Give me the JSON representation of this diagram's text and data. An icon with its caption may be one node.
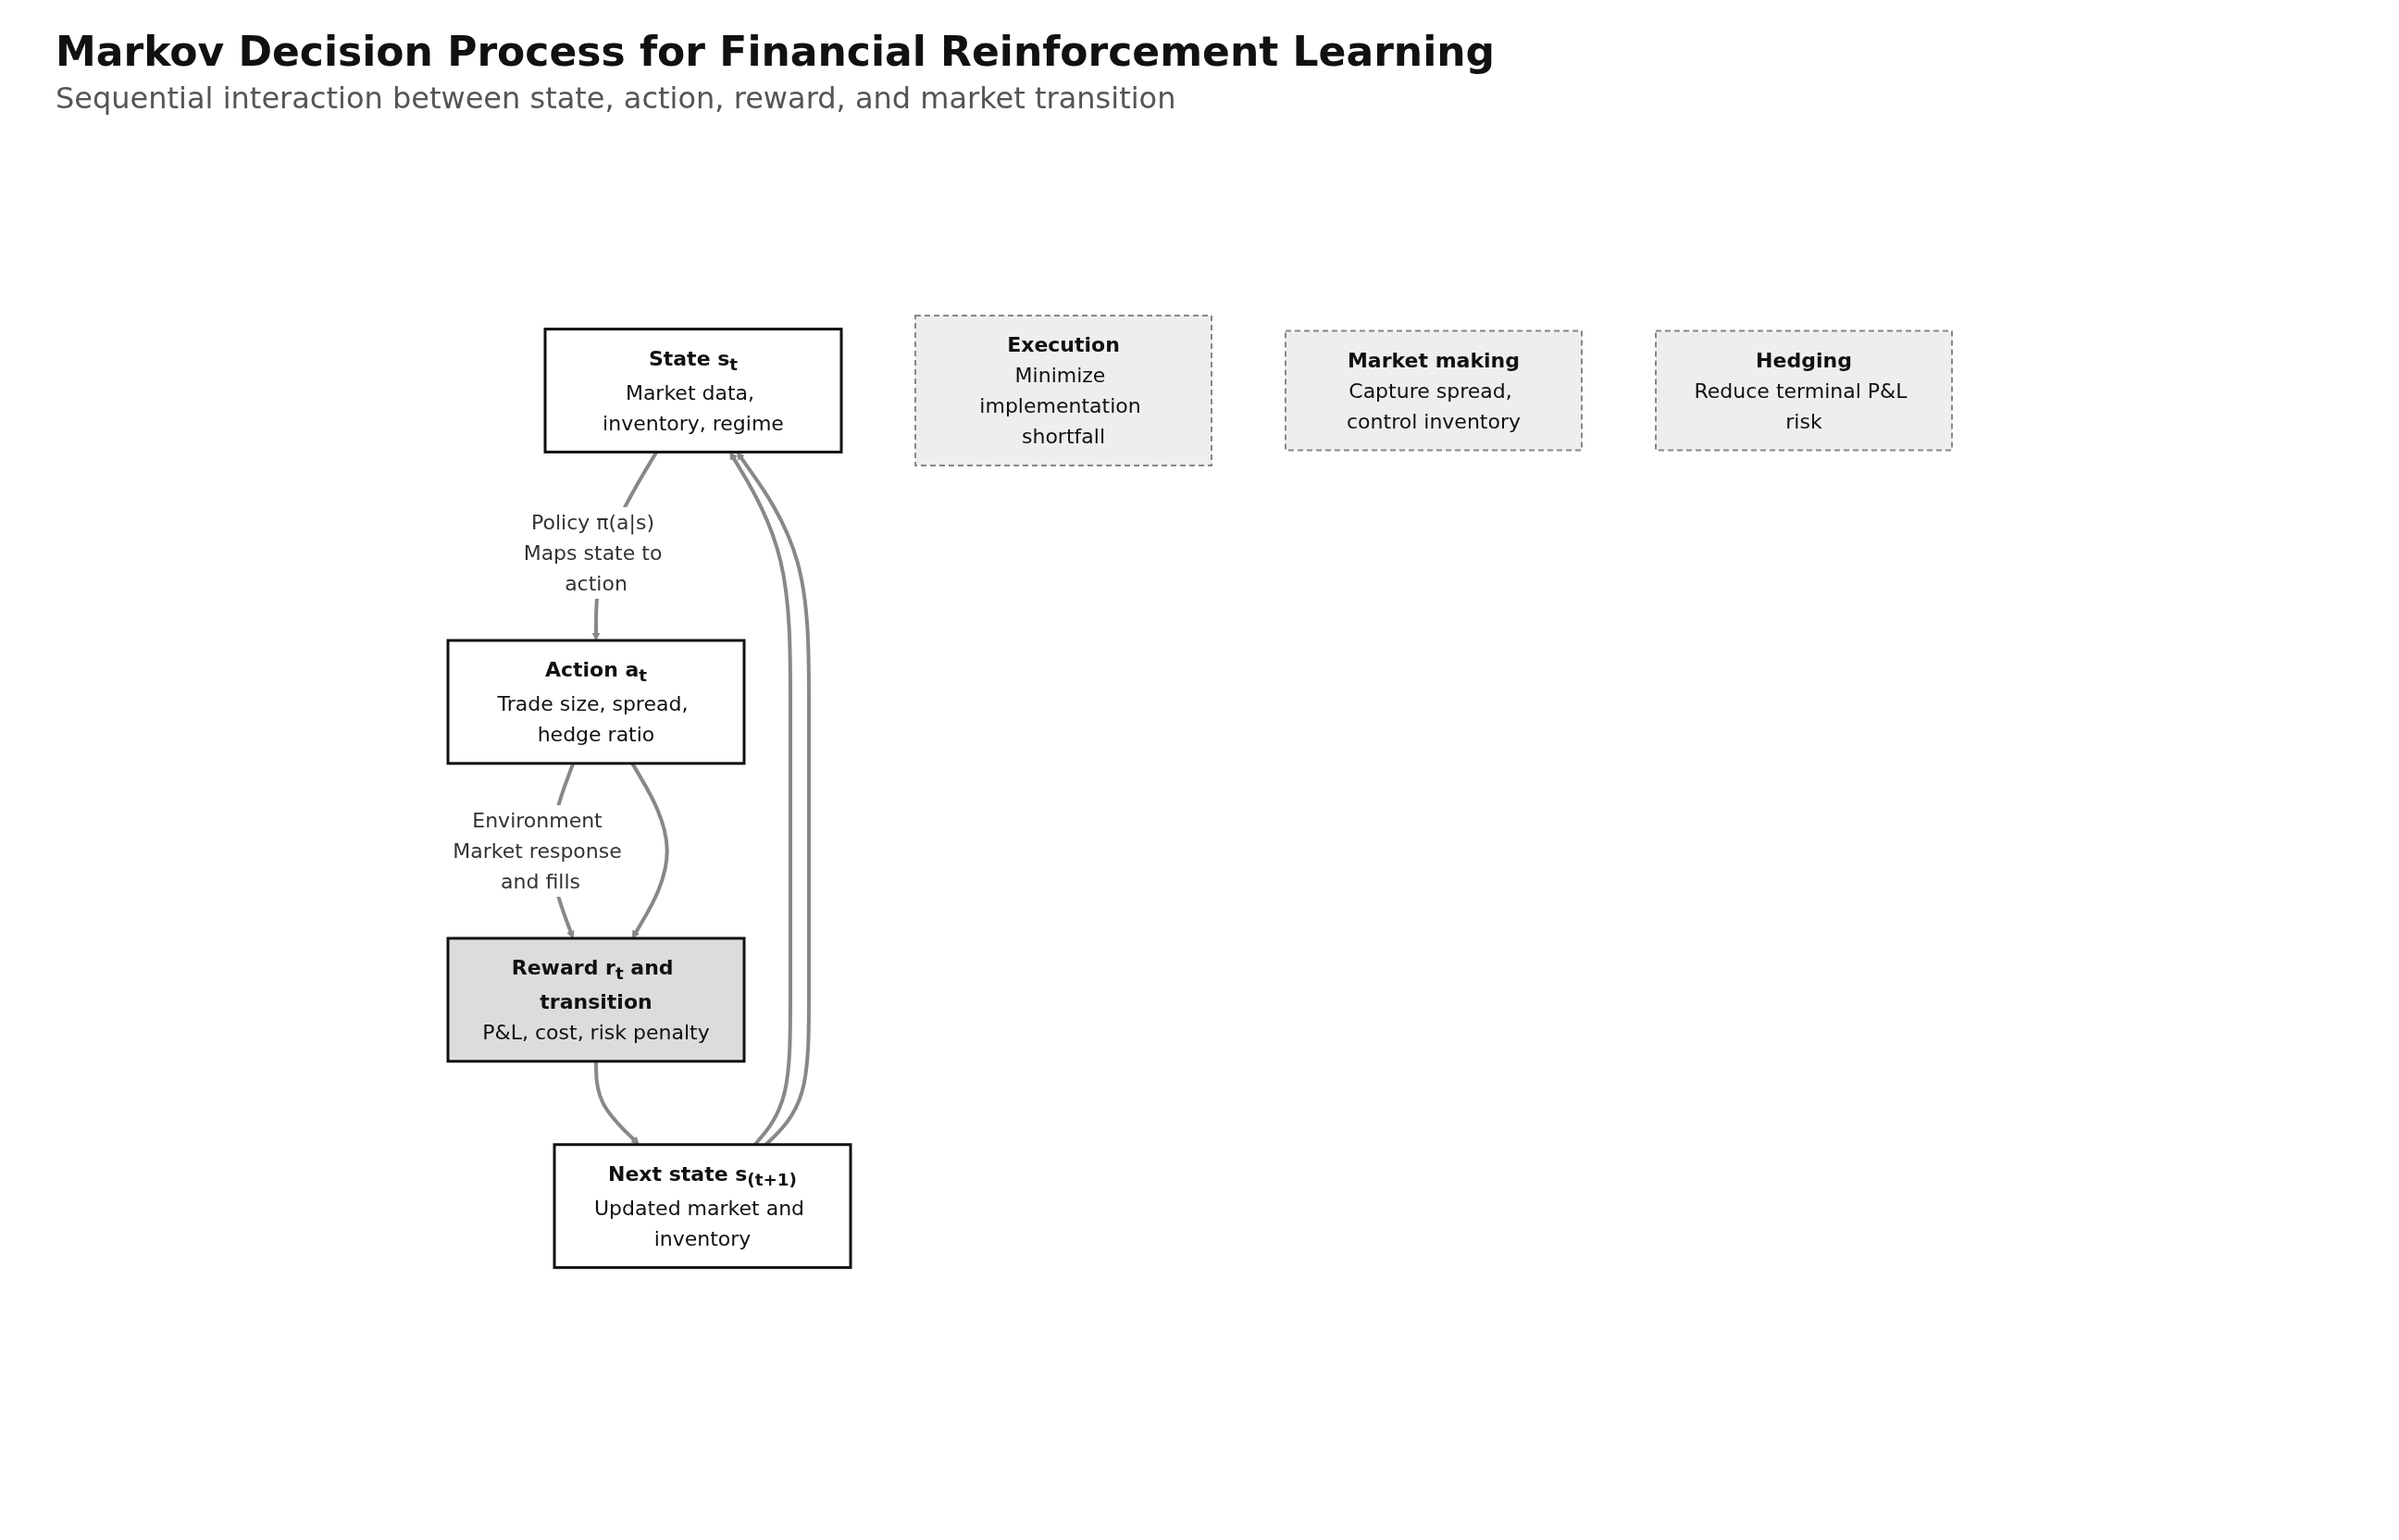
{
  "diagram": {
    "title": "Markov Decision Process for Financial Reinforcement Learning",
    "caption": "Sequential interaction between state, action, reward, and market transition",
    "nodes": [
      {
        "text": [
          "State s$_{t}$",
          "Market data, inventory, regime"
        ]
      },
      {
        "text": [
          "Action a$_{t}$",
          "Trade size, spread, hedge ratio"
        ]
      },
      {
        "text": [
          "Next state s$_{(t+1)}$",
          "Updated market and inventory"
        ]
      },
      {
        "text": [
          "Reward r$_{t}$ and transition",
          "P&L, cost, risk penalty"
        ]
      },
      {
        "text": [
          "Execution",
          "Minimize implementation shortfall"
        ]
      },
      {
        "text": [
          "Market making",
          "Capture spread, control inventory"
        ]
      },
      {
        "text": [
          "Hedging",
          "Reduce terminal P&L risk"
        ]
      }
    ],
    "edges": [
      {
        "from": 0,
        "to": 1,
        "arrow": "to",
        "label": "Policy π(a|s) Maps state to action"
      },
      {
        "from": 1,
        "to": 3,
        "arrow": "to",
        "label": "Environment Market response and fills"
      },
      {
        "from": 1,
        "to": 3,
        "arrow": "to"
      },
      {
        "from": 3,
        "to": 2,
        "arrow": "to"
      },
      {
        "from": 2,
        "to": 0,
        "arrow": "to"
      },
      {
        "from": 2,
        "to": 0,
        "arrow": "to"
      }
    ]
  }
}
